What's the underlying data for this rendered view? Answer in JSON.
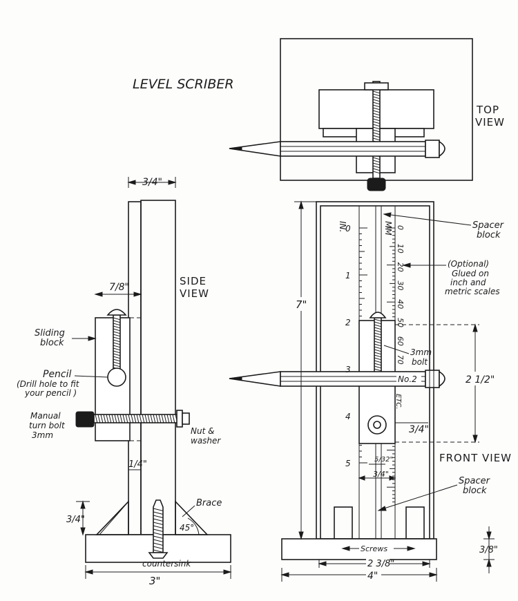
{
  "title": "LEVEL SCRIBER",
  "views": {
    "top": [
      "TOP",
      "VIEW"
    ],
    "side": [
      "SIDE",
      "VIEW"
    ],
    "front": "FRONT VIEW"
  },
  "side_labels": {
    "sliding_block": [
      "Sliding",
      "block"
    ],
    "pencil": [
      "Pencil",
      "(Drill hole to fit",
      "your pencil )"
    ],
    "manual_bolt": [
      "Manual",
      "turn bolt",
      "3mm"
    ],
    "nut_washer": [
      "Nut &",
      "washer"
    ],
    "brace": "Brace",
    "countersink": "countersink",
    "angle": "45°"
  },
  "side_dims": {
    "top_width": "3/4\"",
    "slider_width": "7/8\"",
    "post_gap": "1/4\"",
    "base_height": "3/4\"",
    "base_width": "3\""
  },
  "front_labels": {
    "spacer_top": [
      "Spacer",
      "block"
    ],
    "optional": [
      "(Optional)",
      "Glued on",
      "inch and",
      "metric scales"
    ],
    "bolt": [
      "3mm",
      "bolt"
    ],
    "pencil_brand": "No.2",
    "spacer_bottom": [
      "Spacer",
      "block"
    ],
    "screws": "Screws",
    "inch_scale_title": "IN.",
    "mm_scale_title": "MM",
    "etc": "ETC."
  },
  "front_dims": {
    "height": "7\"",
    "pencil_height": "2 1/2\"",
    "block_width": "3/4\"",
    "bolt_small": "5/32\"",
    "bolt_width": "3/4\"",
    "screw_span": "2 3/8\"",
    "base_width": "4\"",
    "base_height": "3/8\""
  },
  "inch_scale": [
    "0",
    "1",
    "2",
    "3",
    "4",
    "5"
  ],
  "mm_scale": [
    "0",
    "10",
    "20",
    "30",
    "40",
    "50",
    "60",
    "70"
  ]
}
